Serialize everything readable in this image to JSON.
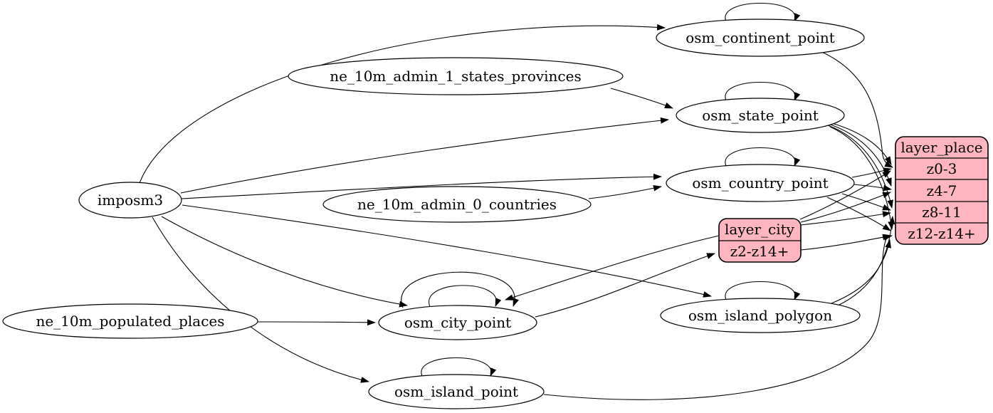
{
  "diagram": {
    "background_color": "#ffffff",
    "edge_color": "#000000",
    "table_fill_color": "#ffffff",
    "layer_fill_color": "#ffb6c1"
  },
  "nodes": {
    "imposm3": {
      "label": "imposm3",
      "type": "source"
    },
    "ne_10m_admin_1_states_provinces": {
      "label": "ne_10m_admin_1_states_provinces",
      "type": "source"
    },
    "ne_10m_admin_0_countries": {
      "label": "ne_10m_admin_0_countries",
      "type": "source"
    },
    "ne_10m_populated_places": {
      "label": "ne_10m_populated_places",
      "type": "source"
    },
    "osm_continent_point": {
      "label": "osm_continent_point",
      "type": "table"
    },
    "osm_state_point": {
      "label": "osm_state_point",
      "type": "table"
    },
    "osm_country_point": {
      "label": "osm_country_point",
      "type": "table"
    },
    "osm_city_point": {
      "label": "osm_city_point",
      "type": "table"
    },
    "osm_island_polygon": {
      "label": "osm_island_polygon",
      "type": "table"
    },
    "osm_island_point": {
      "label": "osm_island_point",
      "type": "table"
    }
  },
  "records": {
    "layer_city": {
      "title": "layer_city",
      "rows": [
        "z2-z14+"
      ]
    },
    "layer_place": {
      "title": "layer_place",
      "rows": [
        "z0-3",
        "z4-7",
        "z8-11",
        "z12-z14+"
      ]
    }
  },
  "edges": [
    {
      "from": "imposm3",
      "to": "osm_continent_point"
    },
    {
      "from": "imposm3",
      "to": "osm_state_point"
    },
    {
      "from": "imposm3",
      "to": "osm_country_point"
    },
    {
      "from": "imposm3",
      "to": "osm_city_point"
    },
    {
      "from": "imposm3",
      "to": "osm_island_polygon"
    },
    {
      "from": "imposm3",
      "to": "osm_island_point"
    },
    {
      "from": "ne_10m_admin_1_states_provinces",
      "to": "osm_state_point"
    },
    {
      "from": "ne_10m_admin_0_countries",
      "to": "osm_country_point"
    },
    {
      "from": "ne_10m_populated_places",
      "to": "osm_city_point"
    },
    {
      "from": "osm_continent_point",
      "to": "osm_continent_point"
    },
    {
      "from": "osm_state_point",
      "to": "osm_state_point"
    },
    {
      "from": "osm_country_point",
      "to": "osm_country_point"
    },
    {
      "from": "osm_city_point",
      "to": "osm_city_point"
    },
    {
      "from": "osm_city_point",
      "to": "osm_city_point"
    },
    {
      "from": "osm_island_polygon",
      "to": "osm_island_polygon"
    },
    {
      "from": "osm_island_point",
      "to": "osm_island_point"
    },
    {
      "from": "osm_continent_point",
      "to": "layer_place:z0-3"
    },
    {
      "from": "osm_state_point",
      "to": "layer_place:z0-3"
    },
    {
      "from": "osm_state_point",
      "to": "layer_place:z4-7"
    },
    {
      "from": "osm_state_point",
      "to": "layer_place:z8-11"
    },
    {
      "from": "osm_state_point",
      "to": "layer_place:z12-z14+"
    },
    {
      "from": "osm_country_point",
      "to": "layer_place:z0-3"
    },
    {
      "from": "osm_country_point",
      "to": "layer_place:z4-7"
    },
    {
      "from": "osm_country_point",
      "to": "layer_place:z8-11"
    },
    {
      "from": "osm_country_point",
      "to": "layer_place:z12-z14+"
    },
    {
      "from": "osm_city_point",
      "to": "layer_city:z2-z14+"
    },
    {
      "from": "layer_city",
      "to": "osm_city_point"
    },
    {
      "from": "layer_city",
      "to": "layer_place:z0-3"
    },
    {
      "from": "layer_city",
      "to": "layer_place:z4-7"
    },
    {
      "from": "layer_city",
      "to": "layer_place:z8-11"
    },
    {
      "from": "layer_city",
      "to": "layer_place:z12-z14+"
    },
    {
      "from": "osm_island_polygon",
      "to": "layer_place:z8-11"
    },
    {
      "from": "osm_island_polygon",
      "to": "layer_place:z12-z14+"
    },
    {
      "from": "osm_island_point",
      "to": "layer_place:z12-z14+"
    }
  ]
}
